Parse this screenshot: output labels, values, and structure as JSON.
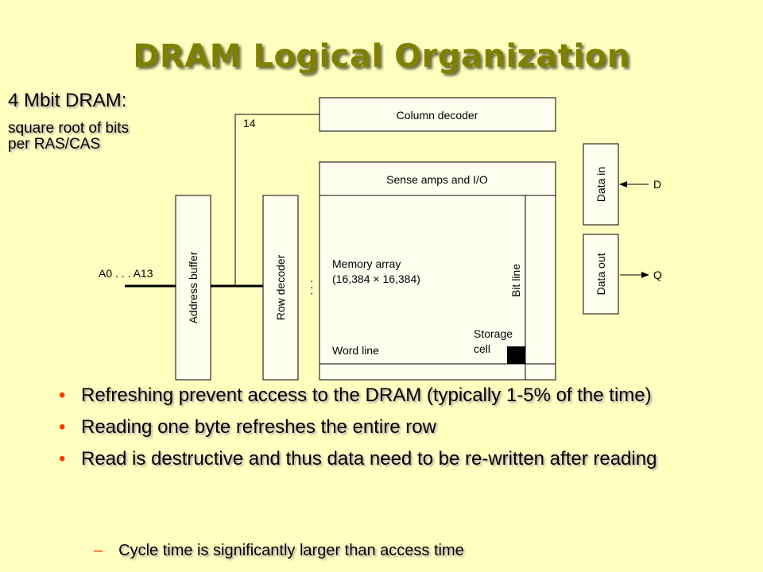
{
  "slide": {
    "title": "DRAM Logical Organization",
    "subtitle": "4 Mbit DRAM:",
    "subnote_line1": "square root of bits",
    "subnote_line2": "per RAS/CAS"
  },
  "diagram": {
    "column_decoder": "Column decoder",
    "bus_width": "14",
    "sense_amps": "Sense amps and I/O",
    "data_in": "Data in",
    "data_in_signal": "D",
    "data_out": "Data out",
    "data_out_signal": "Q",
    "address_input": "A0 . . . A13",
    "address_buffer": "Address buffer",
    "row_decoder": "Row decoder",
    "ellipsis": ". . .",
    "memory_array_line1": "Memory array",
    "memory_array_line2": "(16,384 × 16,384)",
    "bit_line": "Bit line",
    "storage_cell_line1": "Storage",
    "storage_cell_line2": "cell",
    "word_line": "Word line"
  },
  "bullets": [
    "Refreshing prevent access to the DRAM (typically 1-5% of the time)",
    "Reading one byte refreshes the entire row",
    "Read is destructive and thus data need to be re-written after reading"
  ],
  "sub_bullets": [
    "Cycle time is significantly larger than access time"
  ],
  "colors": {
    "background": "#ffffc0",
    "title": "#808000",
    "bullet_marker": "#ff3300"
  }
}
